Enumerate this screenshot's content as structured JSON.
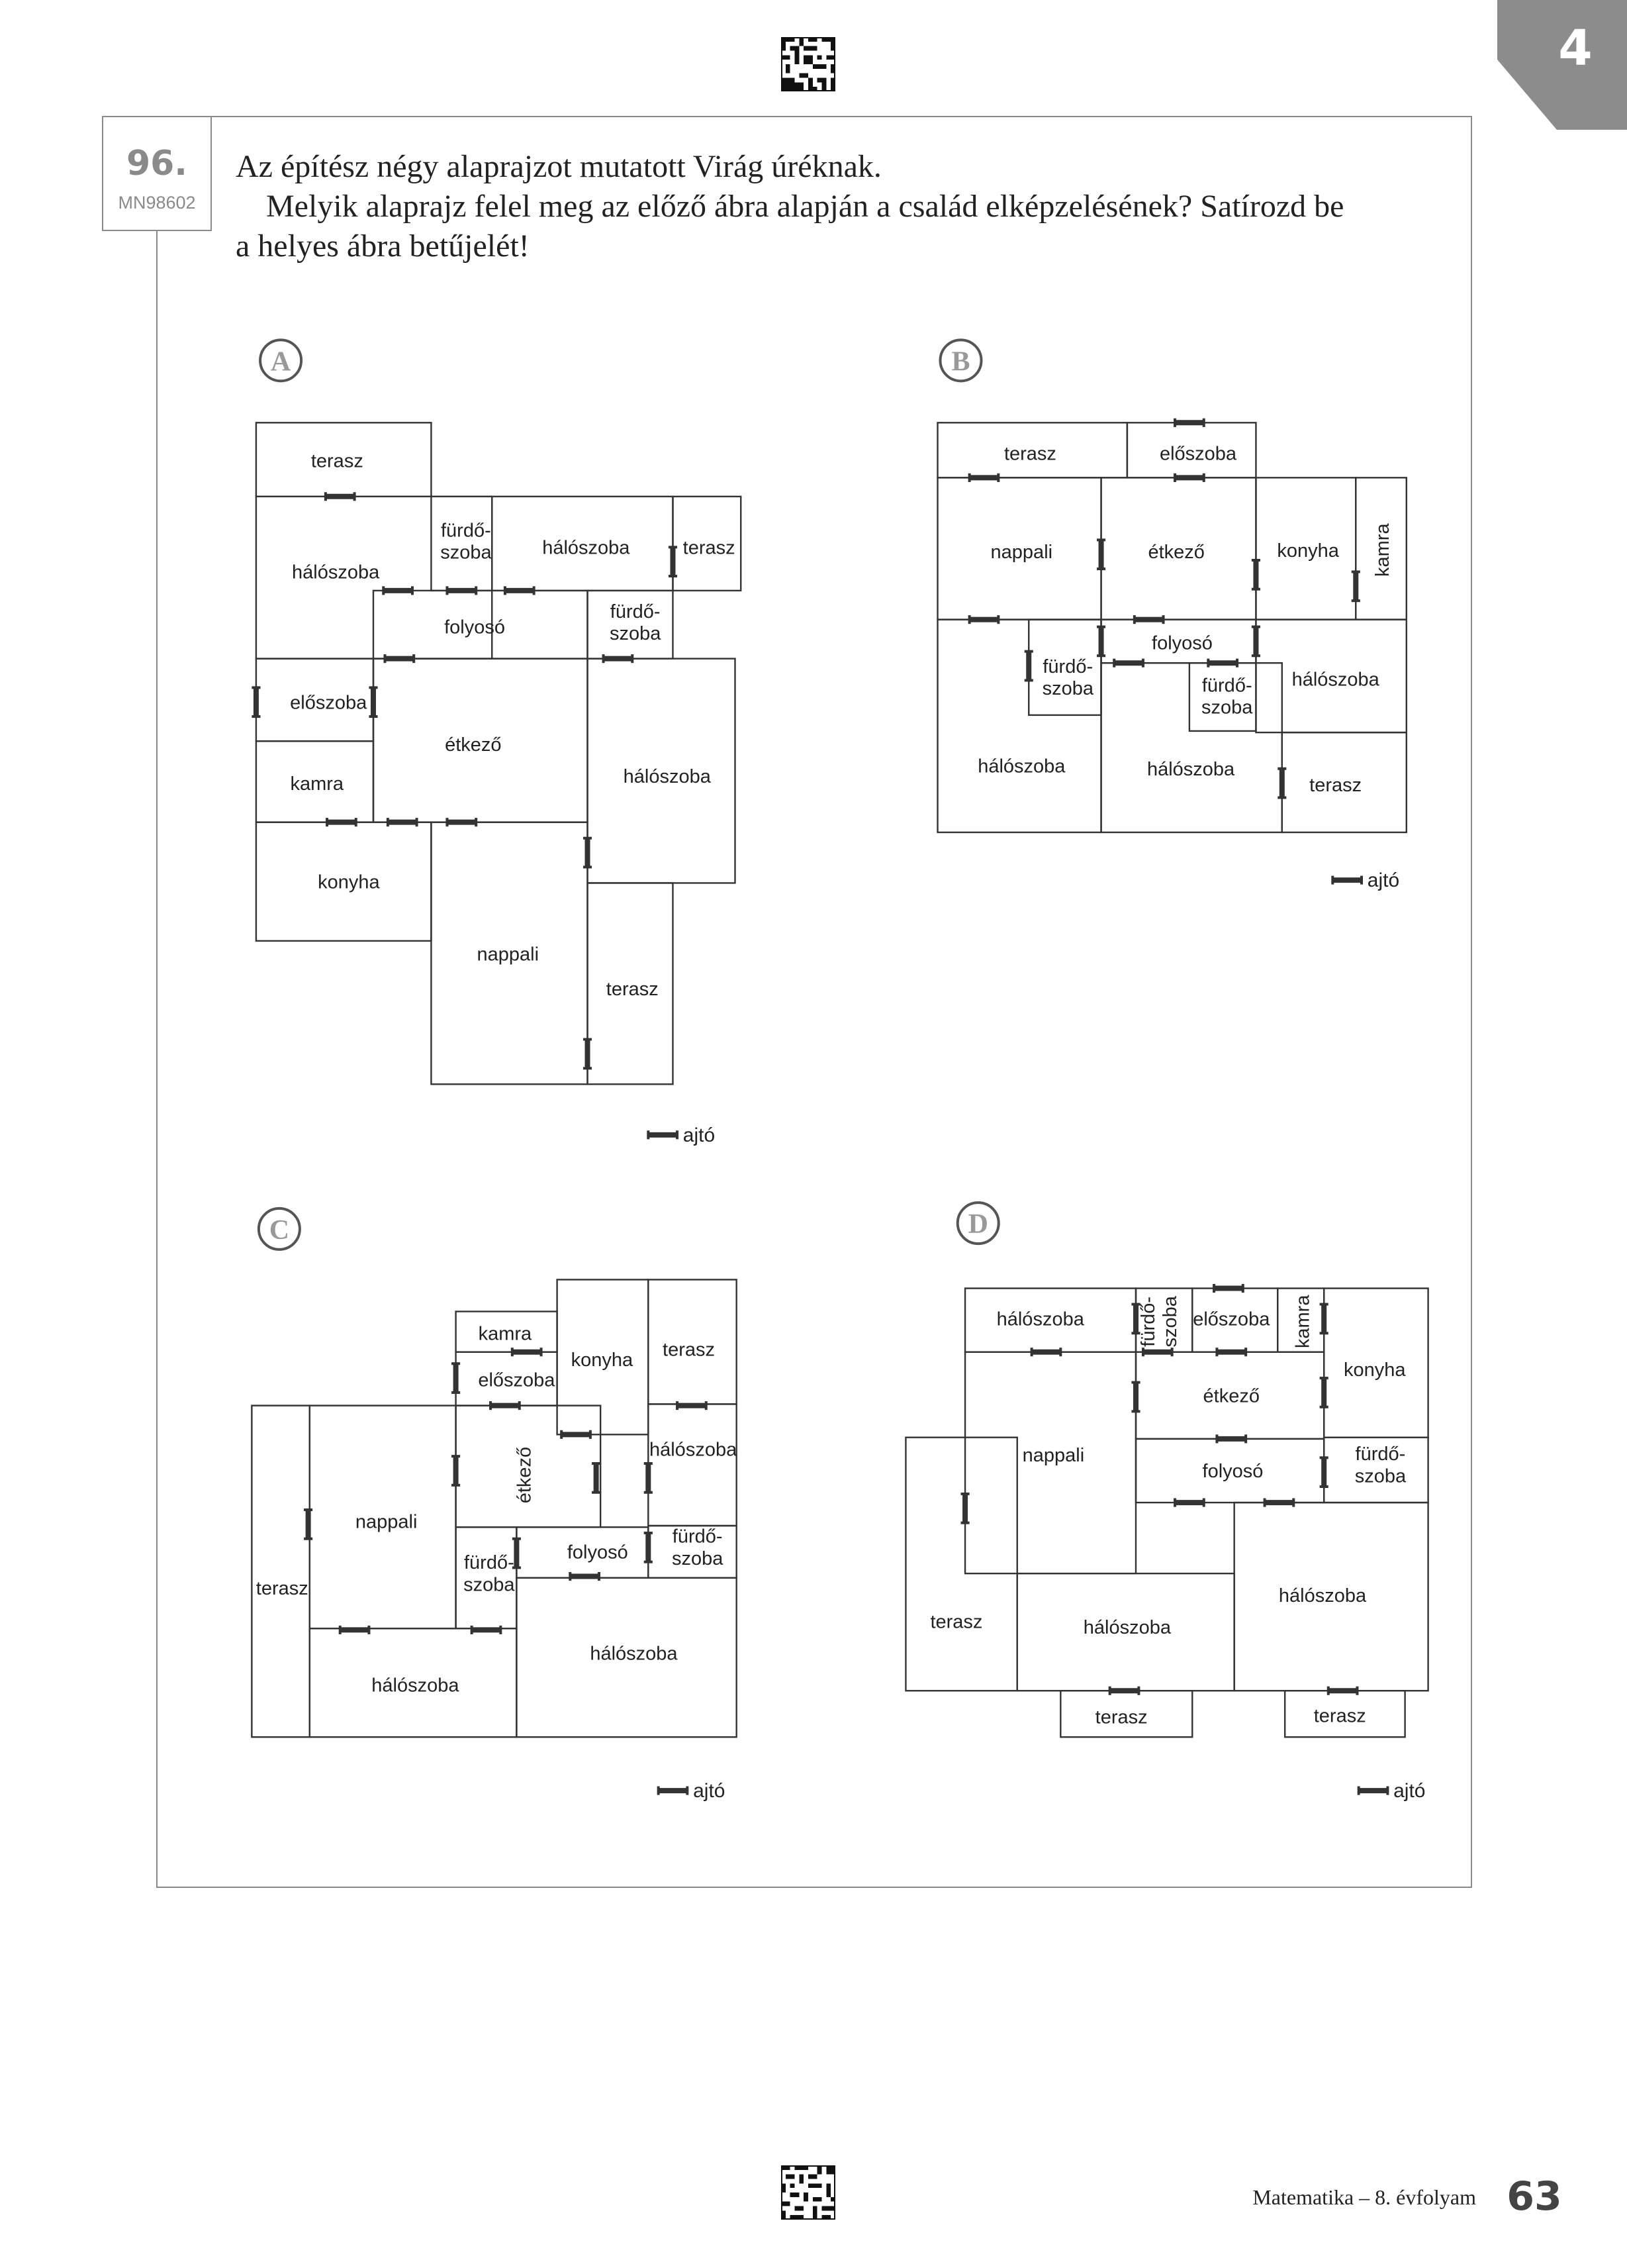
{
  "header": {
    "chapter_number": "4"
  },
  "task": {
    "number": "96.",
    "code": "MN98602",
    "question_lines": [
      "Az építész négy alaprajzot mutatott Virág úréknak.",
      "Melyik alaprajz felel meg az előző ábra alapján a család elképzelésének? Satírozd be",
      "a helyes ábra betűjelét!"
    ]
  },
  "plans": [
    {
      "letter": "A",
      "legend": "ajtó",
      "rooms": [
        {
          "id": "A-terasz-top",
          "label": "terasz"
        },
        {
          "id": "A-haloszoba-1",
          "label": "hálószoba"
        },
        {
          "id": "A-furdo-1",
          "label": "fürdő-szoba",
          "lines": [
            "fürdő-",
            "szoba"
          ]
        },
        {
          "id": "A-haloszoba-2",
          "label": "hálószoba"
        },
        {
          "id": "A-terasz-right",
          "label": "terasz"
        },
        {
          "id": "A-folyoso",
          "label": "folyosó"
        },
        {
          "id": "A-furdo-2",
          "label": "fürdő-szoba",
          "lines": [
            "fürdő-",
            "szoba"
          ]
        },
        {
          "id": "A-eloszoba",
          "label": "előszoba"
        },
        {
          "id": "A-etkezo",
          "label": "étkező"
        },
        {
          "id": "A-haloszoba-3",
          "label": "hálószoba"
        },
        {
          "id": "A-kamra",
          "label": "kamra"
        },
        {
          "id": "A-konyha",
          "label": "konyha"
        },
        {
          "id": "A-nappali",
          "label": "nappali"
        },
        {
          "id": "A-terasz-bottom",
          "label": "terasz"
        }
      ]
    },
    {
      "letter": "B",
      "legend": "ajtó",
      "rooms": [
        {
          "id": "B-terasz",
          "label": "terasz"
        },
        {
          "id": "B-eloszoba",
          "label": "előszoba"
        },
        {
          "id": "B-nappali",
          "label": "nappali"
        },
        {
          "id": "B-etkezo",
          "label": "étkező"
        },
        {
          "id": "B-konyha",
          "label": "konyha"
        },
        {
          "id": "B-kamra",
          "label": "kamra"
        },
        {
          "id": "B-folyoso",
          "label": "folyosó"
        },
        {
          "id": "B-furdo-1",
          "label": "fürdő-szoba",
          "lines": [
            "fürdő-",
            "szoba"
          ]
        },
        {
          "id": "B-furdo-2",
          "label": "fürdő-szoba",
          "lines": [
            "fürdő-",
            "szoba"
          ]
        },
        {
          "id": "B-haloszoba-1",
          "label": "hálószoba"
        },
        {
          "id": "B-haloszoba-2",
          "label": "hálószoba"
        },
        {
          "id": "B-haloszoba-3",
          "label": "hálószoba"
        },
        {
          "id": "B-terasz-2",
          "label": "terasz"
        }
      ]
    },
    {
      "letter": "C",
      "legend": "ajtó",
      "rooms": [
        {
          "id": "C-kamra",
          "label": "kamra"
        },
        {
          "id": "C-konyha",
          "label": "konyha"
        },
        {
          "id": "C-terasz-top",
          "label": "terasz"
        },
        {
          "id": "C-eloszoba",
          "label": "előszoba"
        },
        {
          "id": "C-haloszoba-1",
          "label": "hálószoba"
        },
        {
          "id": "C-etkezo",
          "label": "étkező"
        },
        {
          "id": "C-nappali",
          "label": "nappali"
        },
        {
          "id": "C-terasz-left",
          "label": "terasz"
        },
        {
          "id": "C-folyoso",
          "label": "folyosó"
        },
        {
          "id": "C-furdo-1",
          "label": "fürdő-szoba",
          "lines": [
            "fürdő-",
            "szoba"
          ]
        },
        {
          "id": "C-furdo-2",
          "label": "fürdő-szoba",
          "lines": [
            "fürdő-",
            "szoba"
          ]
        },
        {
          "id": "C-haloszoba-2",
          "label": "hálószoba"
        },
        {
          "id": "C-haloszoba-3",
          "label": "hálószoba"
        }
      ]
    },
    {
      "letter": "D",
      "legend": "ajtó",
      "rooms": [
        {
          "id": "D-haloszoba-1",
          "label": "hálószoba"
        },
        {
          "id": "D-furdo-1",
          "label": "fürdő-szoba",
          "lines": [
            "fürdő-",
            "szoba"
          ]
        },
        {
          "id": "D-eloszoba",
          "label": "előszoba"
        },
        {
          "id": "D-kamra",
          "label": "kamra"
        },
        {
          "id": "D-konyha",
          "label": "konyha"
        },
        {
          "id": "D-nappali",
          "label": "nappali"
        },
        {
          "id": "D-etkezo",
          "label": "étkező"
        },
        {
          "id": "D-folyoso",
          "label": "folyosó"
        },
        {
          "id": "D-furdo-2",
          "label": "fürdő-szoba",
          "lines": [
            "fürdő-",
            "szoba"
          ]
        },
        {
          "id": "D-terasz-left",
          "label": "terasz"
        },
        {
          "id": "D-haloszoba-2",
          "label": "hálószoba"
        },
        {
          "id": "D-haloszoba-3",
          "label": "hálószoba"
        },
        {
          "id": "D-terasz-b1",
          "label": "terasz"
        },
        {
          "id": "D-terasz-b2",
          "label": "terasz"
        }
      ]
    }
  ],
  "footer": {
    "subject": "Matematika – 8. évfolyam",
    "page_number": "63"
  }
}
